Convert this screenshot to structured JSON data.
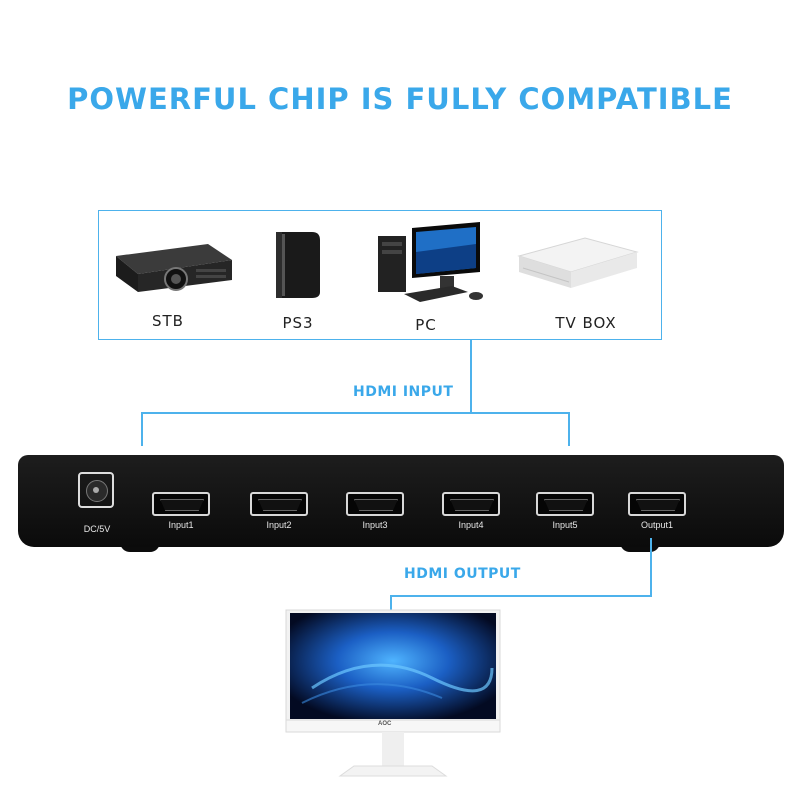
{
  "headline": "POWERFUL CHIP IS FULLY COMPATIBLE",
  "devices": [
    {
      "label": "STB",
      "icon": "projector-icon"
    },
    {
      "label": "PS3",
      "icon": "game-console-icon"
    },
    {
      "label": "PC",
      "icon": "desktop-pc-icon"
    },
    {
      "label": "TV BOX",
      "icon": "tv-box-icon"
    }
  ],
  "input_label": "HDMI INPUT",
  "output_label": "HDMI OUTPUT",
  "switch": {
    "power_label": "DC/5V",
    "ports": [
      "Input1",
      "Input2",
      "Input3",
      "Input4",
      "Input5",
      "Output1"
    ]
  },
  "monitor": {
    "brand": "AOC",
    "icon": "monitor-icon"
  },
  "colors": {
    "accent": "#3aa8ea",
    "line": "#4db2ec",
    "device_body": "#111111"
  }
}
